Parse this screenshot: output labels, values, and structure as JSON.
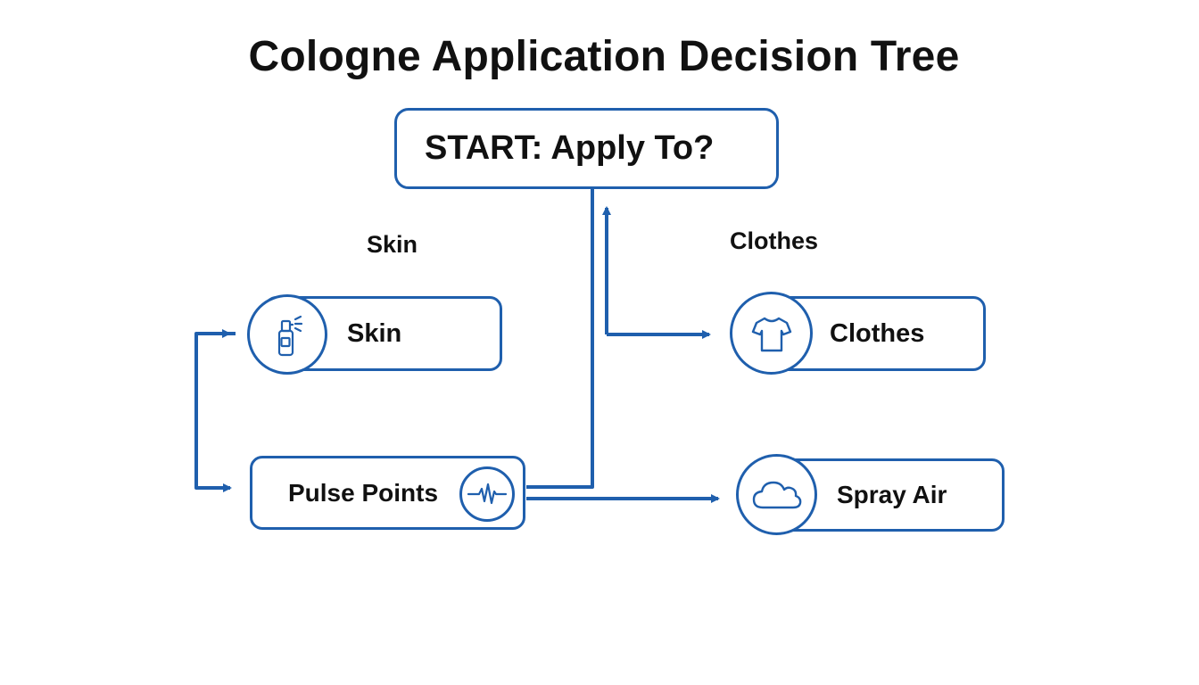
{
  "title": "Cologne Application Decision Tree",
  "nodes": {
    "start": "START: Apply To?",
    "skin": "Skin",
    "clothes": "Clothes",
    "pulse_points": "Pulse Points",
    "spray_air": "Spray Air"
  },
  "branch_labels": {
    "left": "Skin",
    "right": "Clothes"
  },
  "icons": {
    "skin": "spray-bottle-icon",
    "clothes": "t-shirt-icon",
    "pulse_points": "heartbeat-icon",
    "spray_air": "cloud-icon"
  },
  "colors": {
    "accent": "#1f5fad",
    "text": "#111111",
    "background": "#ffffff"
  }
}
